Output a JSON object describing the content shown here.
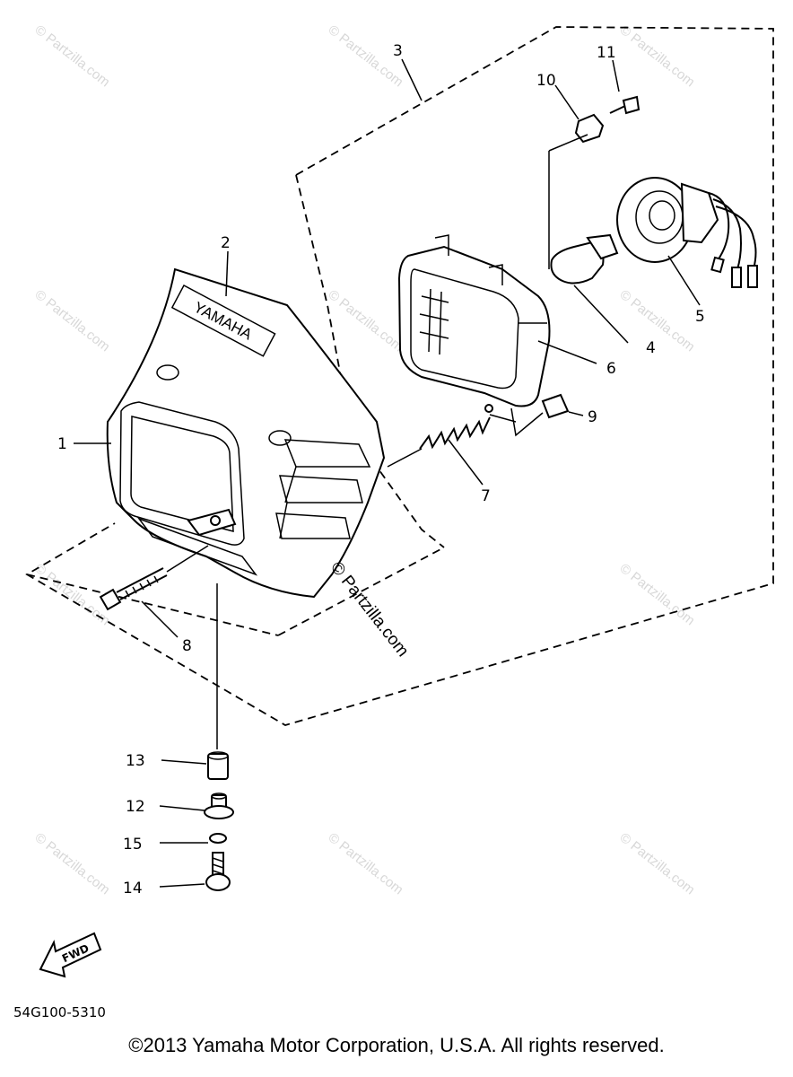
{
  "watermark": {
    "text": "© Partzilla.com",
    "center_text": "© Partzilla.com"
  },
  "diagram": {
    "brand_on_cowl": "YAMAHA",
    "direction_arrow": "FWD",
    "parts": [
      {
        "ref": "1",
        "label": "1"
      },
      {
        "ref": "2",
        "label": "2"
      },
      {
        "ref": "3",
        "label": "3"
      },
      {
        "ref": "4",
        "label": "4"
      },
      {
        "ref": "5",
        "label": "5"
      },
      {
        "ref": "6",
        "label": "6"
      },
      {
        "ref": "7",
        "label": "7"
      },
      {
        "ref": "8",
        "label": "8"
      },
      {
        "ref": "9",
        "label": "9"
      },
      {
        "ref": "10",
        "label": "10"
      },
      {
        "ref": "11",
        "label": "11"
      },
      {
        "ref": "12",
        "label": "12"
      },
      {
        "ref": "13",
        "label": "13"
      },
      {
        "ref": "14",
        "label": "14"
      },
      {
        "ref": "15",
        "label": "15"
      }
    ],
    "drawing_code": "54G100-5310"
  },
  "footer": {
    "copyright": "©2013 Yamaha Motor Corporation, U.S.A. All rights reserved."
  }
}
